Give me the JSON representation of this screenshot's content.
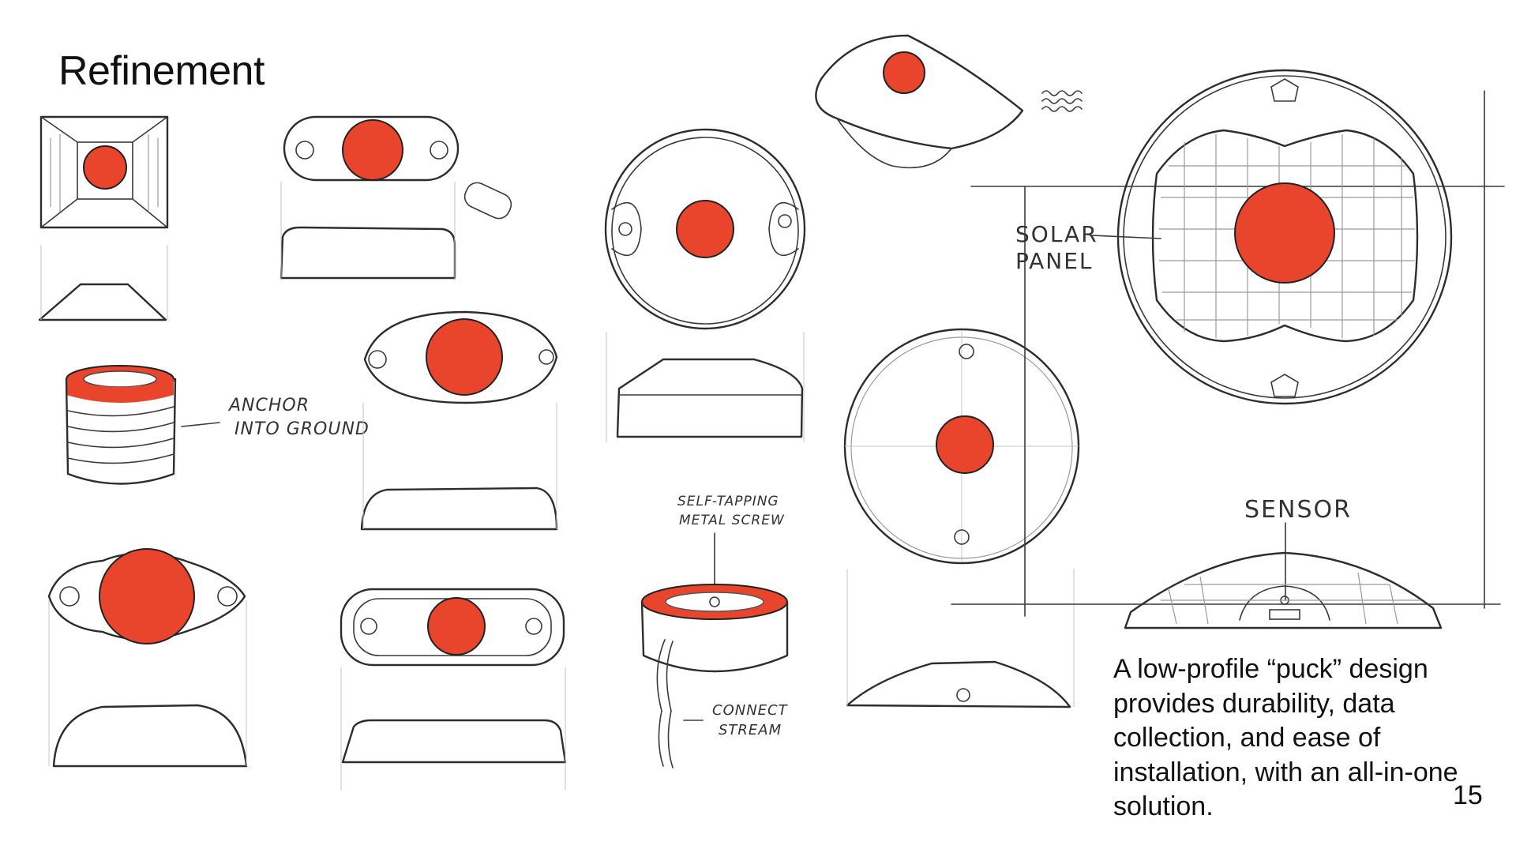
{
  "title": "Refinement",
  "caption": "A low-profile “puck” design provides durability, data collection, and ease of installation, with an all-in-one solution.",
  "page_number": "15",
  "annotations": {
    "anchor": [
      "ANCHOR",
      "INTO GROUND"
    ],
    "solar_panel": [
      "SOLAR",
      "PANEL"
    ],
    "sensor": "SENSOR",
    "screw": [
      "SELF-TAPPING",
      "METAL SCREW"
    ],
    "connect": [
      "CONNECT",
      "STREAM"
    ]
  },
  "colors": {
    "accent": "#e8452c",
    "ink": "#2d2d2d",
    "background": "#ffffff"
  }
}
